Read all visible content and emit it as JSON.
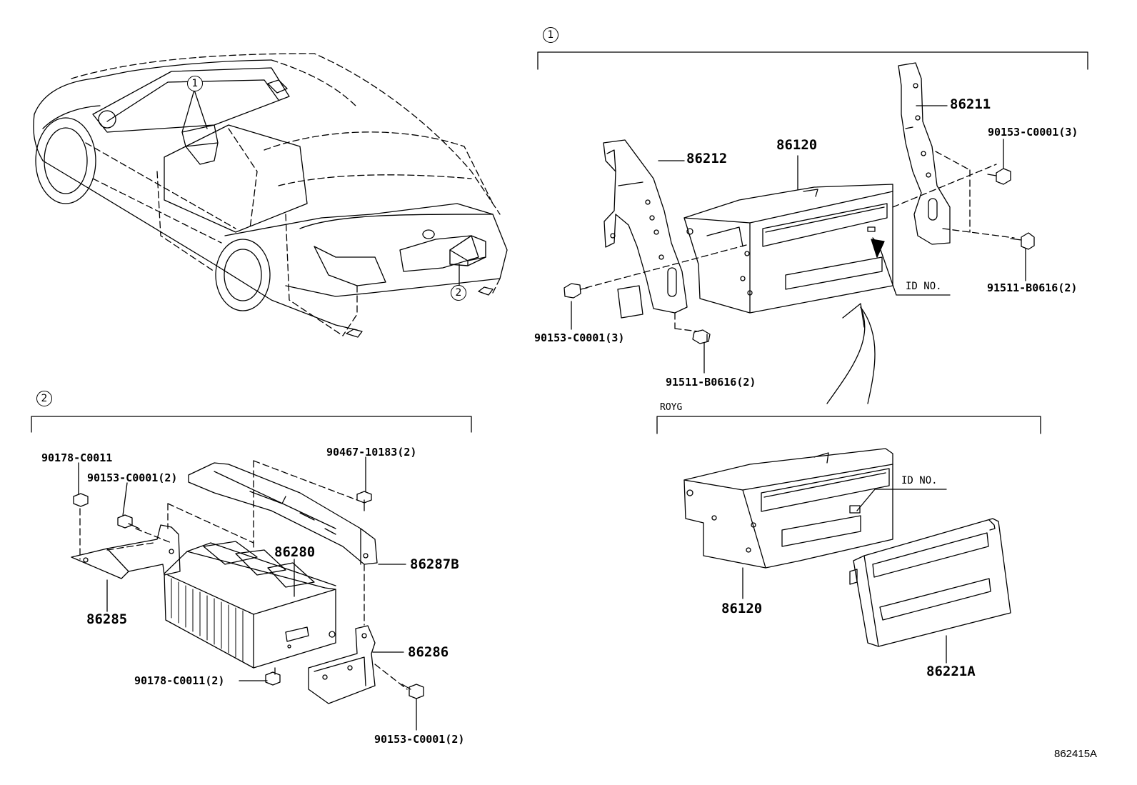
{
  "figure_id": "862415A",
  "callouts": {
    "c1": "1",
    "c2": "2"
  },
  "section1": {
    "callout": "1",
    "parts": {
      "p86211": "86211",
      "p86212": "86212",
      "p86120": "86120",
      "p90153a": "90153-C0001(3)",
      "p90153b": "90153-C0001(3)",
      "p91511a": "91511-B0616(2)",
      "p91511b": "91511-B0616(2)",
      "idno": "ID NO."
    }
  },
  "section_roy": {
    "tag": "ROYG",
    "parts": {
      "p86120": "86120",
      "p86221A": "86221A",
      "idno": "ID NO."
    }
  },
  "section2": {
    "callout": "2",
    "parts": {
      "p90178a": "90178-C0011",
      "p90153a": "90153-C0001(2)",
      "p90467": "90467-10183(2)",
      "p86280": "86280",
      "p86287B": "86287B",
      "p86285": "86285",
      "p86286": "86286",
      "p90178b": "90178-C0011(2)",
      "p90153b": "90153-C0001(2)"
    }
  }
}
